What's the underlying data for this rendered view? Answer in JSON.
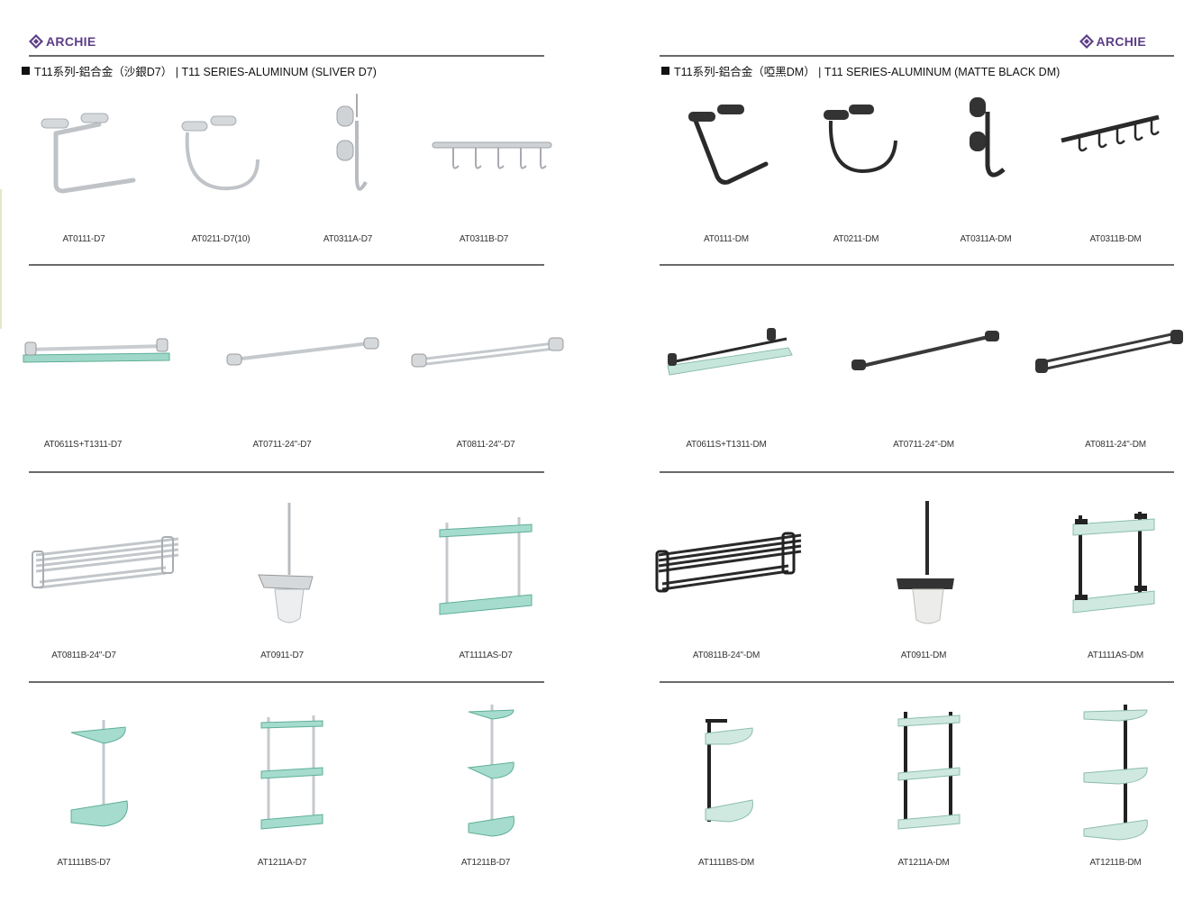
{
  "brand": "ARCHIE",
  "left_page": {
    "series_title": "T11系列-鋁合金（沙銀D7） | T11 SERIES-ALUMINUM (SLIVER D7)",
    "rows": [
      [
        "AT0111-D7",
        "AT0211-D7(10)",
        "AT0311A-D7",
        "AT0311B-D7"
      ],
      [
        "AT0611S+T1311-D7",
        "AT0711-24\"-D7",
        "AT0811-24\"-D7"
      ],
      [
        "AT0811B-24\"-D7",
        "AT0911-D7",
        "AT1111AS-D7"
      ],
      [
        "AT1111BS-D7",
        "AT1211A-D7",
        "AT1211B-D7"
      ]
    ]
  },
  "right_page": {
    "series_title": "T11系列-鋁合金（啞黑DM） | T11 SERIES-ALUMINUM (MATTE BLACK DM)",
    "rows": [
      [
        "AT0111-DM",
        "AT0211-DM",
        "AT0311A-DM",
        "AT0311B-DM"
      ],
      [
        "AT0611S+T1311-DM",
        "AT0711-24\"-DM",
        "AT0811-24\"-DM"
      ],
      [
        "AT0811B-24\"-DM",
        "AT0911-DM",
        "AT1111AS-DM"
      ],
      [
        "AT1111BS-DM",
        "AT1211A-DM",
        "AT1211B-DM"
      ]
    ]
  },
  "colors": {
    "brand_purple": "#5c3e86",
    "silver_finish": "#c9ccd0",
    "black_finish": "#2a2a2a",
    "glass": "#8fd1bf"
  }
}
